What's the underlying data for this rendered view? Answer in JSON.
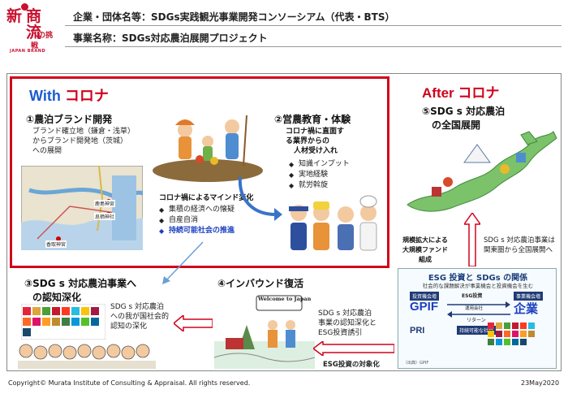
{
  "logo": {
    "line1": "新",
    "line2": "商流",
    "line3": "への挑戦",
    "brand": "JAPAN BRAND"
  },
  "header": {
    "org_line": "企業・団体名等：SDGs実践観光事業開発コンソーシアム（代表・BTS）",
    "project_line": "事業名称：SDGs対応農泊展開プロジェクト"
  },
  "with_corona": {
    "with": "With",
    "corona": "コロナ"
  },
  "after_corona": {
    "label": "After コロナ"
  },
  "s1": {
    "title": "①農泊ブランド開発",
    "lines": [
      "ブランド確立地（鎌倉・浅草）",
      "からブランド開発地（茨城）",
      "への展開"
    ],
    "map_labels": [
      "鹿島神宮",
      "息栖神社",
      "香取神宮"
    ]
  },
  "s2": {
    "title": "②営農教育・体験",
    "lines": [
      "コロナ禍に直面す",
      "る業界からの",
      "人材受け入れ"
    ],
    "bullets": [
      "知識インプット",
      "実地経験",
      "就労斡旋"
    ]
  },
  "mind": {
    "title": "コロナ禍によるマインド変化",
    "bullets": [
      "集積の経済への懐疑",
      "自産自消",
      "持続可能社会の推進"
    ]
  },
  "s3": {
    "title1": "③SDG s 対応農泊事業へ",
    "title2": "の認知深化",
    "lines": [
      "SDG s 対応農泊",
      "への我が国社会的",
      "認知の深化"
    ]
  },
  "s4": {
    "title": "④インバウンド復活",
    "sign": "Welcome to Japan"
  },
  "s5": {
    "title1": "⑤SDG s 対応農泊",
    "title2": "の全国展開"
  },
  "expand": {
    "left": [
      "規模拡大による",
      "大規模ファンド",
      "組成"
    ],
    "right": [
      "SDG s 対応農泊事業は",
      "関東圏から全国展開へ"
    ]
  },
  "esg_link": {
    "lines": [
      "SDG s 対応農泊",
      "事業の認知深化と",
      "ESG投資誘引"
    ],
    "target": "ESG投資の対象化"
  },
  "esg": {
    "title": "ESG 投資と SDGs の関係",
    "subtitle": "社会的な課題解決が事業機会と投資機会を生む",
    "tag_investor": "投資機会増",
    "tag_flow": "ESG投資",
    "tag_company": "事業機会増",
    "gpif": "GPIF",
    "company": "企業",
    "return": "リターン",
    "operator": "運用会社",
    "pri": "PRI",
    "sustain": "持続可能な社会",
    "source": "（出典）GPIF"
  },
  "footer": {
    "copyright": "Copyright© Murata Institute of Consulting & Appraisal.  All rights reserved.",
    "date": "23May2020"
  },
  "colors": {
    "red": "#d0021b",
    "blue": "#1a5bd0",
    "navy": "#1f3a75"
  }
}
